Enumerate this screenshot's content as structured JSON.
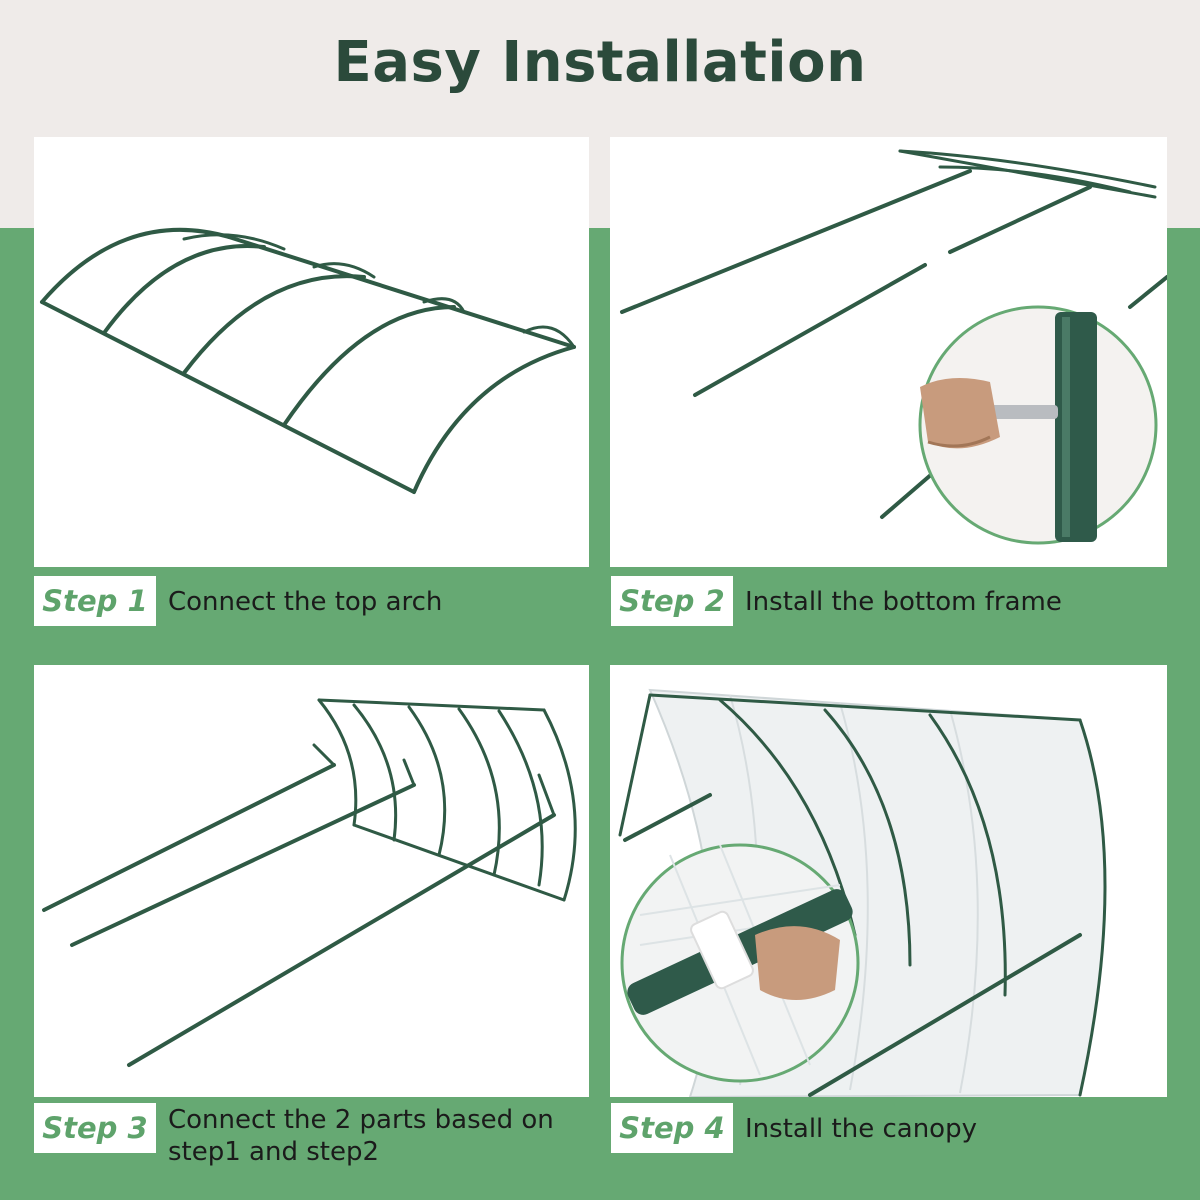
{
  "title": "Easy Installation",
  "steps": [
    {
      "label": "Step 1",
      "text": "Connect the top arch"
    },
    {
      "label": "Step 2",
      "text": "Install the bottom frame"
    },
    {
      "label": "Step 3",
      "text": "Connect the 2 parts based on step1 and step2"
    },
    {
      "label": "Step 4",
      "text": "Install the canopy"
    }
  ],
  "colors": {
    "band": "#66a973",
    "title": "#2b4a3b",
    "frame": "#2f5a45",
    "badge_text": "#5ea36b",
    "background": "#efebe9"
  }
}
